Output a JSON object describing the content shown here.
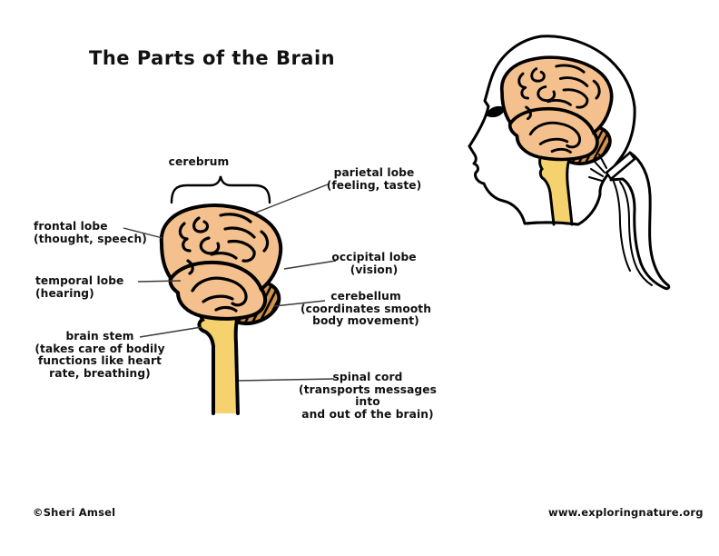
{
  "title": "The Parts of the Brain",
  "diagram": {
    "labels": {
      "cerebrum": {
        "lines": [
          "cerebrum"
        ]
      },
      "parietal": {
        "lines": [
          "parietal lobe",
          "(feeling, taste)"
        ]
      },
      "frontal": {
        "lines": [
          "frontal lobe",
          "(thought, speech)"
        ]
      },
      "temporal": {
        "lines": [
          "temporal lobe",
          "(hearing)"
        ]
      },
      "occipital": {
        "lines": [
          "occipital lobe",
          "(vision)"
        ]
      },
      "cerebellum": {
        "lines": [
          "cerebellum",
          "(coordinates smooth",
          "body movement)"
        ]
      },
      "brain_stem": {
        "lines": [
          "brain stem",
          "(takes care of bodily",
          "functions like heart",
          "rate, breathing)"
        ]
      },
      "spinal_cord": {
        "lines": [
          "spinal cord",
          "(transports messages into",
          "and out of the brain)"
        ]
      }
    },
    "colors": {
      "brain": "#F4C18E",
      "cerebellum": "#D1934F",
      "stem": "#F5D26E",
      "outline": "#000000",
      "pointer_line": "#3a3a3a"
    }
  },
  "footer": {
    "credit": "©Sheri Amsel",
    "website": "www.exploringnature.org"
  }
}
